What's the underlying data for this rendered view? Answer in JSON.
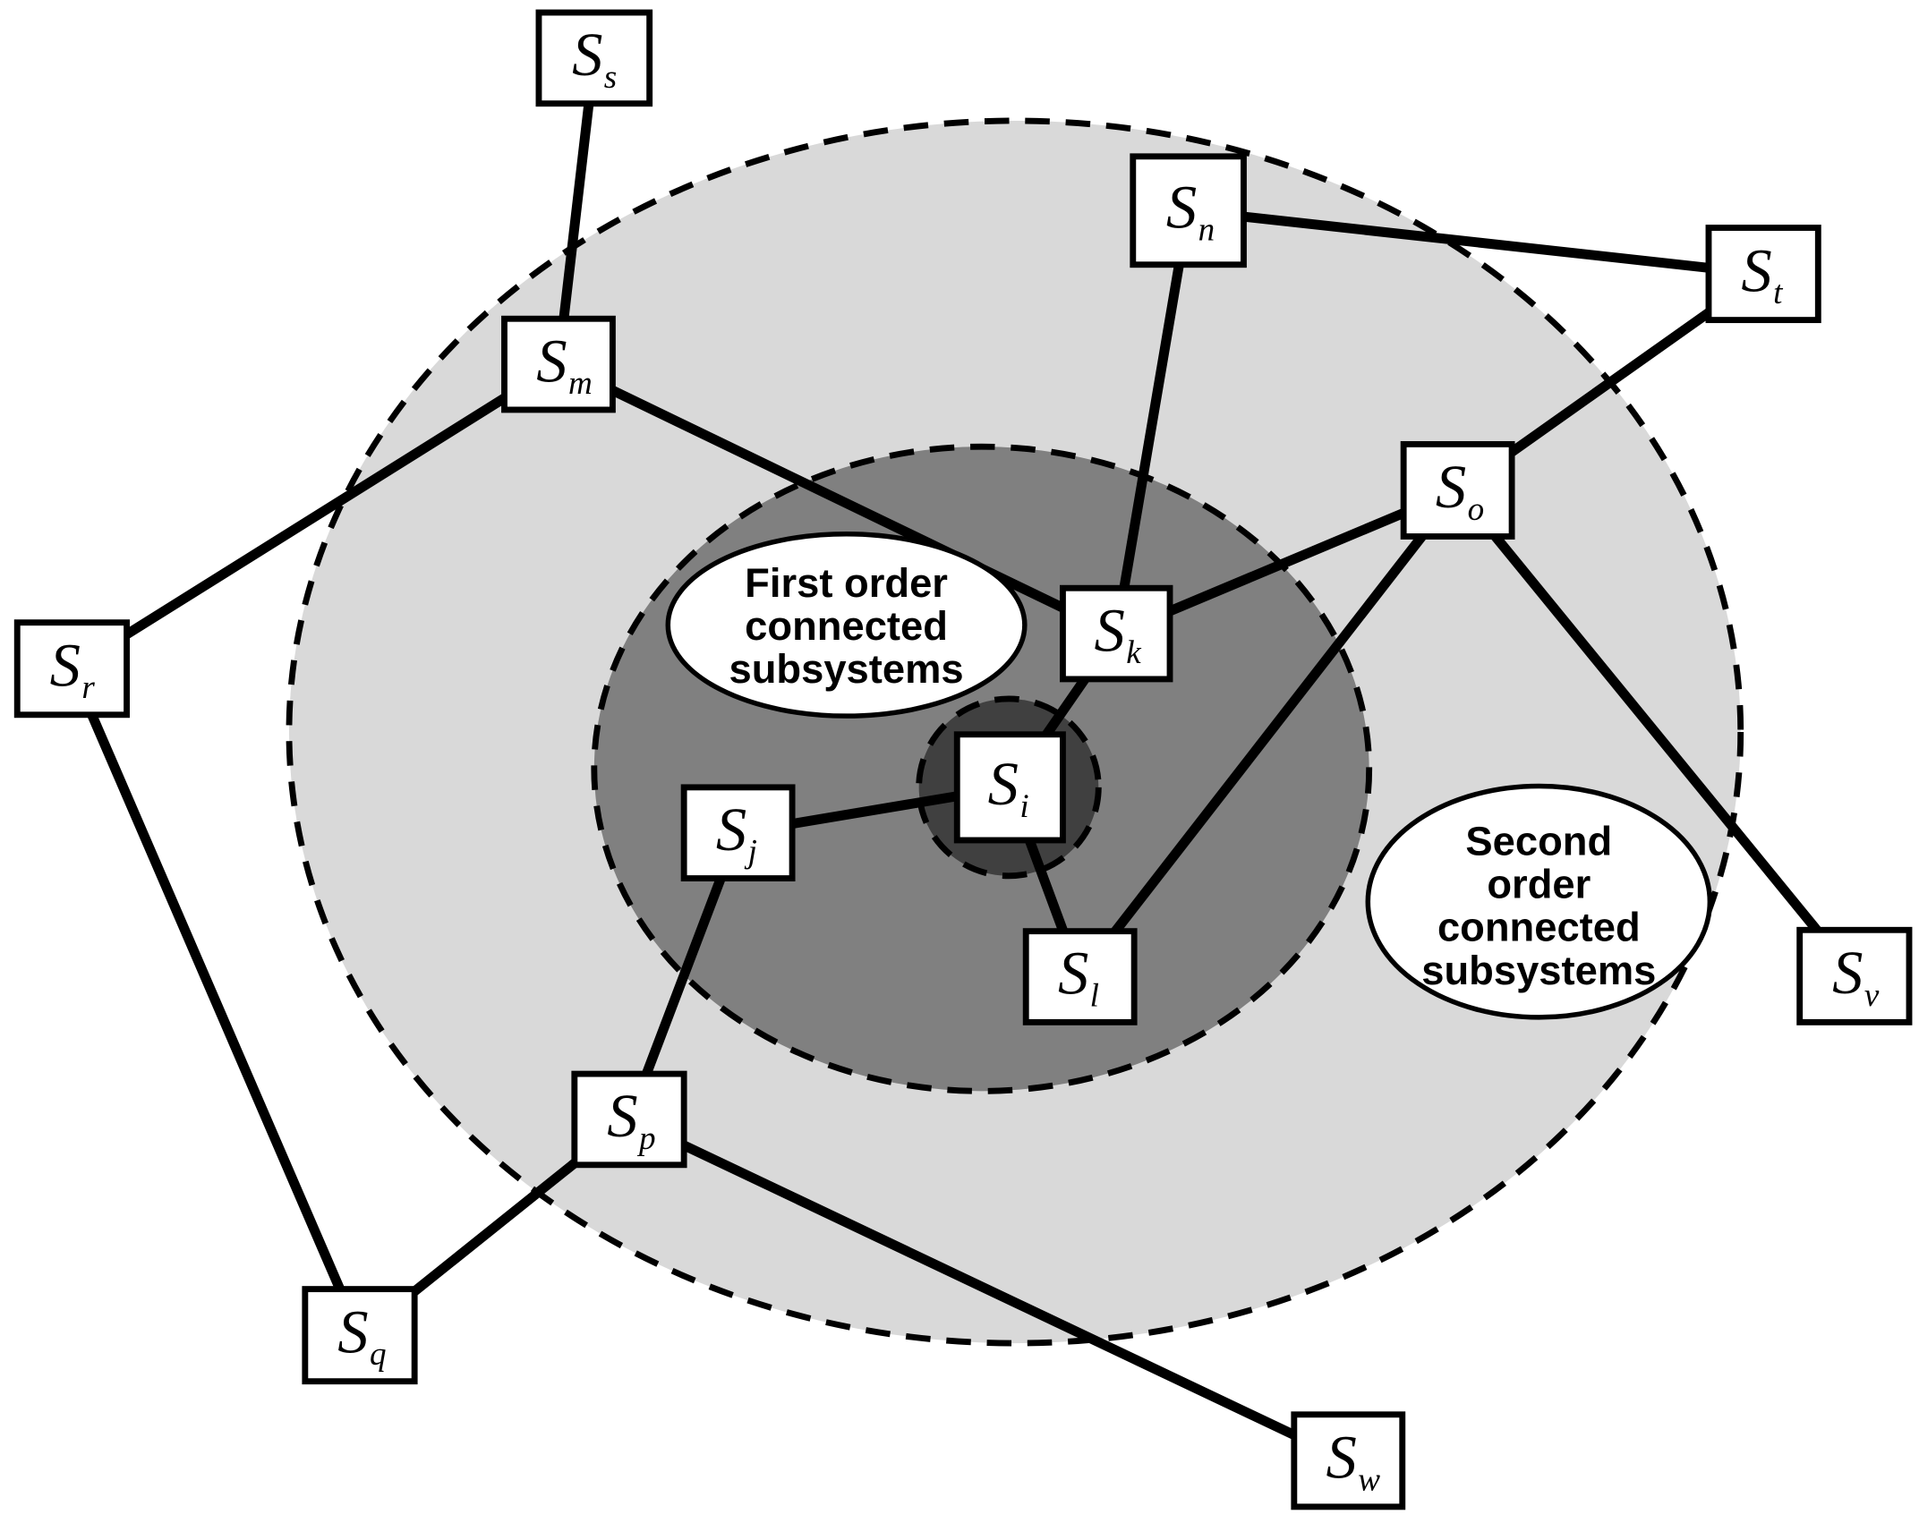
{
  "colors": {
    "outer_zone": "#d9d9d9",
    "middle_zone": "#808080",
    "inner_zone": "#404040",
    "node_fill": "#ffffff",
    "stroke": "#000000"
  },
  "regions": {
    "first_order_label": [
      "First order",
      "connected",
      "subsystems"
    ],
    "second_order_label": [
      "Second",
      "order",
      "connected",
      "subsystems"
    ]
  },
  "nodes": [
    {
      "id": "s",
      "letter": "S",
      "sub": "s"
    },
    {
      "id": "n",
      "letter": "S",
      "sub": "n"
    },
    {
      "id": "t",
      "letter": "S",
      "sub": "t"
    },
    {
      "id": "m",
      "letter": "S",
      "sub": "m"
    },
    {
      "id": "o",
      "letter": "S",
      "sub": "o"
    },
    {
      "id": "r",
      "letter": "S",
      "sub": "r"
    },
    {
      "id": "k",
      "letter": "S",
      "sub": "k"
    },
    {
      "id": "i",
      "letter": "S",
      "sub": "i"
    },
    {
      "id": "j",
      "letter": "S",
      "sub": "j"
    },
    {
      "id": "l",
      "letter": "S",
      "sub": "l"
    },
    {
      "id": "v",
      "letter": "S",
      "sub": "v"
    },
    {
      "id": "p",
      "letter": "S",
      "sub": "p"
    },
    {
      "id": "q",
      "letter": "S",
      "sub": "q"
    },
    {
      "id": "w",
      "letter": "S",
      "sub": "w"
    }
  ],
  "edges": [
    [
      "s",
      "m"
    ],
    [
      "m",
      "r"
    ],
    [
      "m",
      "k"
    ],
    [
      "n",
      "k"
    ],
    [
      "n",
      "t"
    ],
    [
      "t",
      "o"
    ],
    [
      "o",
      "k"
    ],
    [
      "o",
      "l"
    ],
    [
      "o",
      "v"
    ],
    [
      "k",
      "i"
    ],
    [
      "i",
      "j"
    ],
    [
      "i",
      "l"
    ],
    [
      "j",
      "p"
    ],
    [
      "p",
      "q"
    ],
    [
      "p",
      "w"
    ],
    [
      "r",
      "q"
    ]
  ]
}
